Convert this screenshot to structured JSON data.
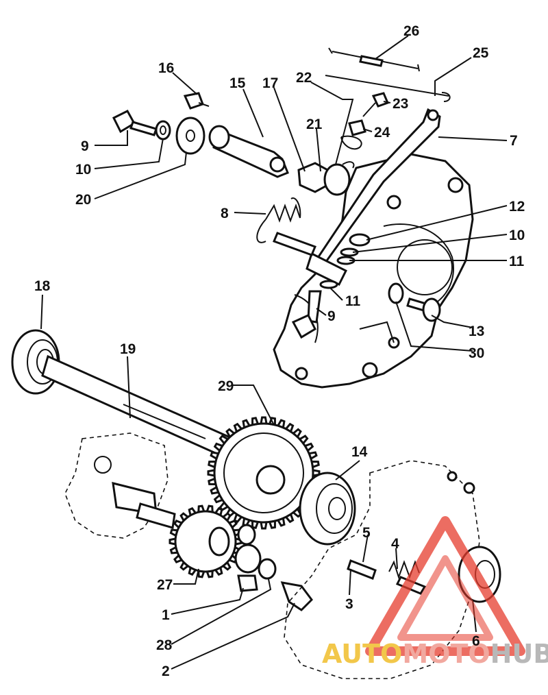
{
  "diagram": {
    "labels": {
      "p26": "26",
      "p25": "25",
      "p16": "16",
      "p15": "15",
      "p17": "17",
      "p22": "22",
      "p23": "23",
      "p9a": "9",
      "p21": "21",
      "p24": "24",
      "p7": "7",
      "p10a": "10",
      "p20": "20",
      "p8": "8",
      "p12": "12",
      "p10b": "10",
      "p11a": "11",
      "p11b": "11",
      "p9b": "9",
      "p13": "13",
      "p18": "18",
      "p30": "30",
      "p19": "19",
      "p29": "29",
      "p14": "14",
      "p5": "5",
      "p4": "4",
      "p27": "27",
      "p3": "3",
      "p1": "1",
      "p28": "28",
      "p6": "6",
      "p2": "2"
    }
  },
  "watermark": {
    "part1": "AUTO",
    "part2": "MOTO",
    "part3": "HUB",
    "colors": {
      "auto": "#f2c74a",
      "moto": "#f1a89f",
      "hub": "#b8b8b8",
      "triangle": "#e63c2e"
    }
  }
}
